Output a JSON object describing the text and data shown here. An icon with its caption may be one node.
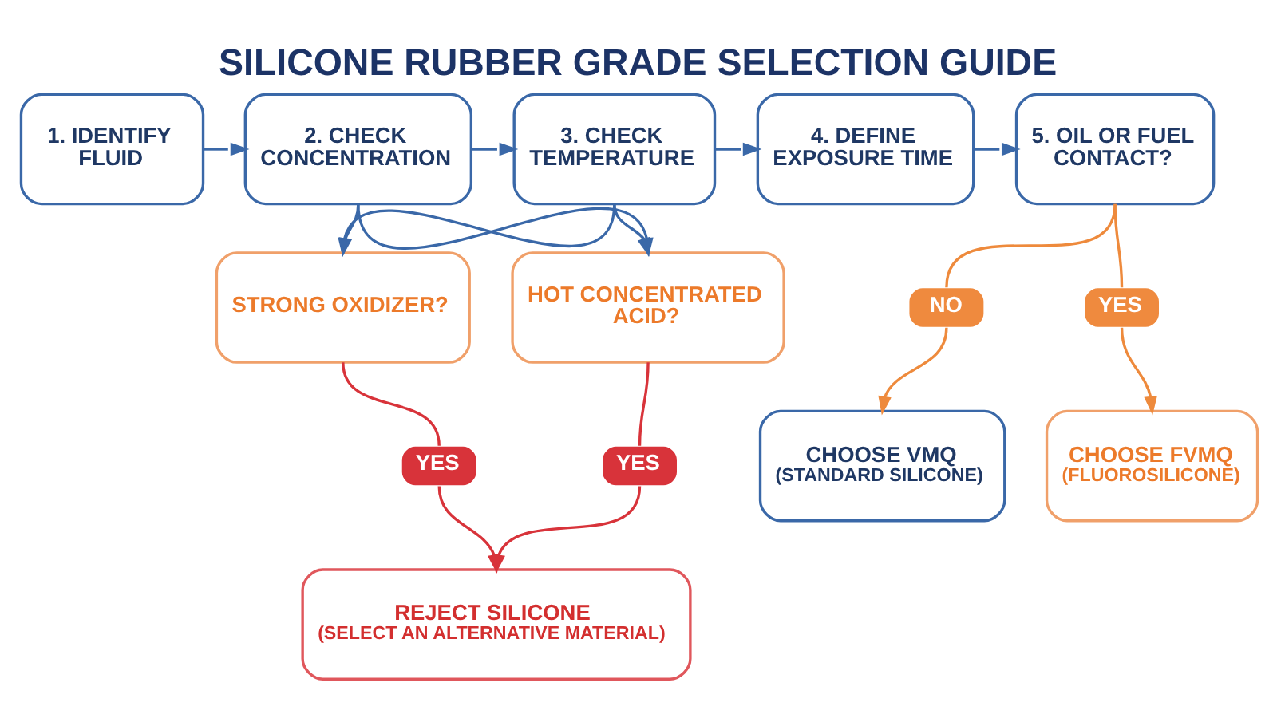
{
  "diagram": {
    "title": "SILICONE RUBBER GRADE SELECTION GUIDE",
    "nodes": [
      {
        "text": [
          "1. IDENTIFY FLUID"
        ]
      },
      {
        "text": [
          "2. CHECK CONCENTRATION"
        ]
      },
      {
        "text": [
          "3. CHECK TEMPERATURE"
        ]
      },
      {
        "text": [
          "4. DEFINE EXPOSURE TIME"
        ]
      },
      {
        "text": [
          "5. OIL OR FUEL CONTACT?"
        ]
      },
      {
        "text": [
          "STRONG OXIDIZER?"
        ]
      },
      {
        "text": [
          "HOT CONCENTRATED ACID?"
        ]
      },
      {
        "text": [
          "YES"
        ]
      },
      {
        "text": [
          "YES"
        ]
      },
      {
        "text": [
          "REJECT SILICONE",
          "(SELECT AN ALTERNATIVE MATERIAL)"
        ]
      },
      {
        "text": [
          "NO"
        ]
      },
      {
        "text": [
          "YES"
        ]
      },
      {
        "text": [
          "CHOOSE VMQ",
          "(STANDARD SILICONE)"
        ]
      },
      {
        "text": [
          "CHOOSE FVMQ",
          "(FLUOROSILICONE)"
        ]
      }
    ],
    "edges": [
      {
        "from": 0,
        "to": 1,
        "arrow": "to"
      },
      {
        "from": 1,
        "to": 2,
        "arrow": "to"
      },
      {
        "from": 2,
        "to": 3,
        "arrow": "to"
      },
      {
        "from": 3,
        "to": 4,
        "arrow": "to"
      },
      {
        "from": 1,
        "to": 5,
        "arrow": "to"
      },
      {
        "from": 1,
        "to": 6,
        "arrow": "to"
      },
      {
        "from": 2,
        "to": 5,
        "arrow": "to"
      },
      {
        "from": 2,
        "to": 6,
        "arrow": "to"
      },
      {
        "from": 5,
        "to": 7,
        "arrow": "none",
        "color": "#d8333a"
      },
      {
        "from": 6,
        "to": 8,
        "arrow": "none",
        "color": "#d8333a"
      },
      {
        "from": 7,
        "to": 9,
        "arrow": "to",
        "color": "#d8333a"
      },
      {
        "from": 8,
        "to": 9,
        "arrow": "to",
        "color": "#d8333a"
      },
      {
        "from": 4,
        "to": 10,
        "arrow": "none",
        "color": "#ee8a3c"
      },
      {
        "from": 4,
        "to": 11,
        "arrow": "none",
        "color": "#ee8a3c"
      },
      {
        "from": 10,
        "to": 12,
        "arrow": "to",
        "color": "#ee8a3c"
      },
      {
        "from": 11,
        "to": 13,
        "arrow": "to",
        "color": "#ee8a3c"
      }
    ]
  }
}
